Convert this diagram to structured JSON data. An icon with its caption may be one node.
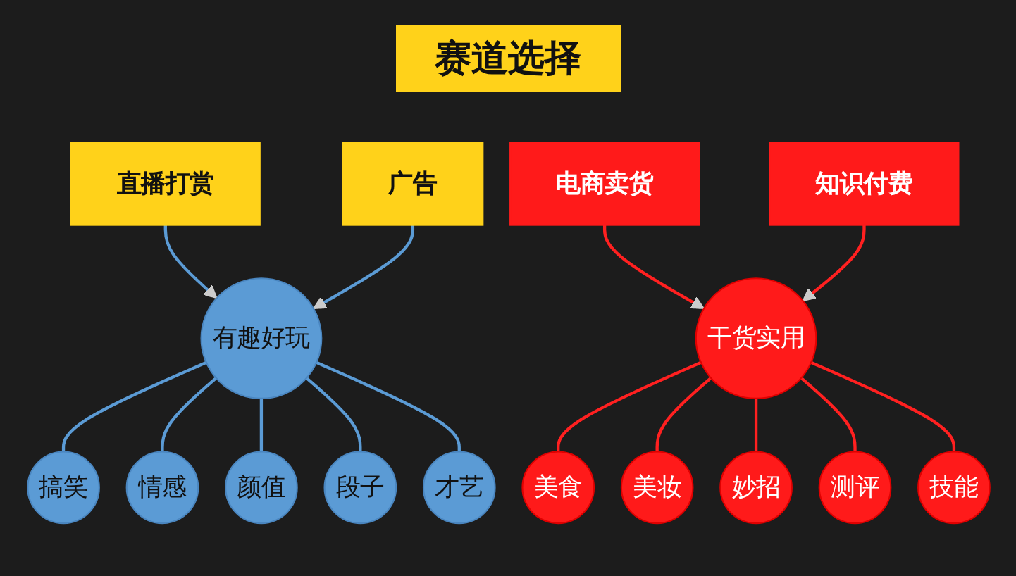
{
  "diagram": {
    "title": "赛道选择",
    "nodes": [
      {
        "text": [
          "直播打赏"
        ]
      },
      {
        "text": [
          "有趣好玩"
        ]
      },
      {
        "text": [
          "广告"
        ]
      },
      {
        "text": [
          "搞笑"
        ]
      },
      {
        "text": [
          "情感"
        ]
      },
      {
        "text": [
          "颜值"
        ]
      },
      {
        "text": [
          "段子"
        ]
      },
      {
        "text": [
          "才艺"
        ]
      },
      {
        "text": [
          "电商卖货"
        ]
      },
      {
        "text": [
          "干货实用"
        ]
      },
      {
        "text": [
          "知识付费"
        ]
      },
      {
        "text": [
          "美食"
        ]
      },
      {
        "text": [
          "美妆"
        ]
      },
      {
        "text": [
          "妙招"
        ]
      },
      {
        "text": [
          "测评"
        ]
      },
      {
        "text": [
          "技能"
        ]
      }
    ],
    "edges": [
      {
        "from": 0,
        "to": 1,
        "arrow": "to",
        "color": "#5b9bd5"
      },
      {
        "from": 2,
        "to": 1,
        "arrow": "to",
        "color": "#5b9bd5"
      },
      {
        "from": 1,
        "to": 3,
        "arrow": "none",
        "color": "#5b9bd5"
      },
      {
        "from": 1,
        "to": 4,
        "arrow": "none",
        "color": "#5b9bd5"
      },
      {
        "from": 1,
        "to": 5,
        "arrow": "none",
        "color": "#5b9bd5"
      },
      {
        "from": 1,
        "to": 6,
        "arrow": "none",
        "color": "#5b9bd5"
      },
      {
        "from": 1,
        "to": 7,
        "arrow": "none",
        "color": "#5b9bd5"
      },
      {
        "from": 8,
        "to": 9,
        "arrow": "to",
        "color": "#ff2020"
      },
      {
        "from": 10,
        "to": 9,
        "arrow": "to",
        "color": "#ff2020"
      },
      {
        "from": 9,
        "to": 11,
        "arrow": "none",
        "color": "#ff2020"
      },
      {
        "from": 9,
        "to": 12,
        "arrow": "none",
        "color": "#ff2020"
      },
      {
        "from": 9,
        "to": 13,
        "arrow": "none",
        "color": "#ff2020"
      },
      {
        "from": 9,
        "to": 14,
        "arrow": "none",
        "color": "#ff2020"
      },
      {
        "from": 9,
        "to": 15,
        "arrow": "none",
        "color": "#ff2020"
      }
    ]
  }
}
